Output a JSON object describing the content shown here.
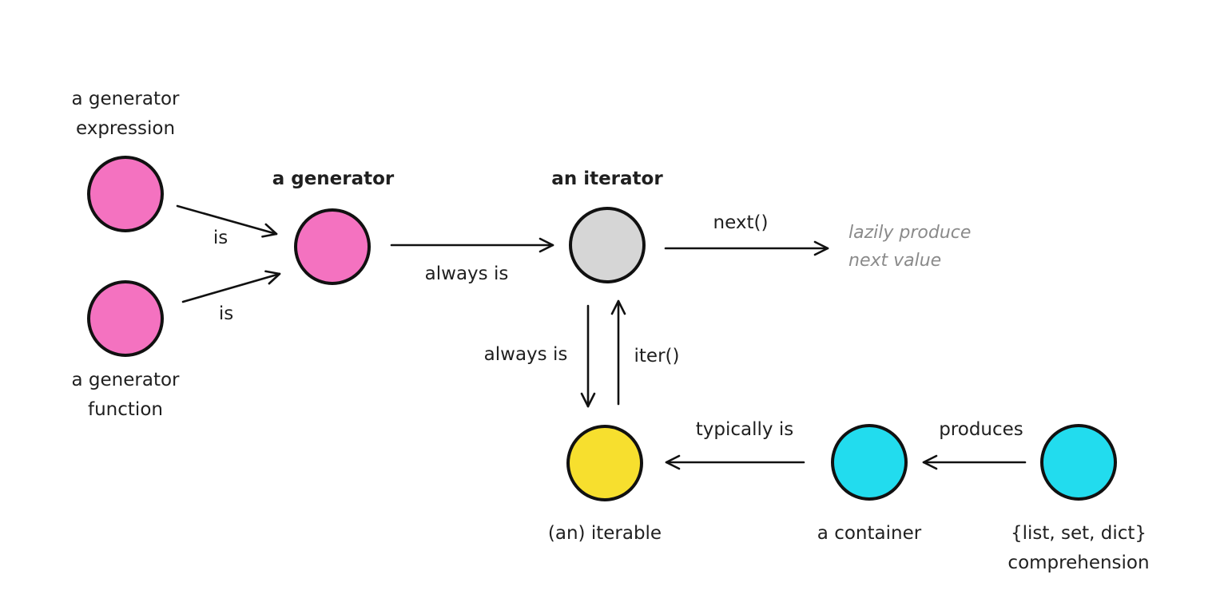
{
  "colors": {
    "pink": "#f472c0",
    "gray": "#d6d6d6",
    "yellow": "#f7df2e",
    "cyan": "#22dcee",
    "stroke": "#111111",
    "note_text": "#8a8a8a"
  },
  "nodes": {
    "generator_expression": {
      "label_line1": "a generator",
      "label_line2": "expression",
      "color": "pink"
    },
    "generator_function": {
      "label_line1": "a generator",
      "label_line2": "function",
      "color": "pink"
    },
    "generator": {
      "label": "a generator",
      "color": "pink"
    },
    "iterator": {
      "label": "an iterator",
      "color": "gray"
    },
    "iterable": {
      "label": "(an) iterable",
      "color": "yellow"
    },
    "container": {
      "label": "a container",
      "color": "cyan"
    },
    "comprehension": {
      "label_line1": "{list, set, dict}",
      "label_line2": "comprehension",
      "color": "cyan"
    }
  },
  "edges": {
    "expression_to_generator": "is",
    "function_to_generator": "is",
    "generator_to_iterator": "always is",
    "iterator_to_iterable": "always is",
    "iterable_to_iterator": "iter()",
    "iterator_next": "next()",
    "container_to_iterable": "typically is",
    "comprehension_to_container": "produces"
  },
  "next_result": {
    "line1": "lazily produce",
    "line2": "next value"
  }
}
